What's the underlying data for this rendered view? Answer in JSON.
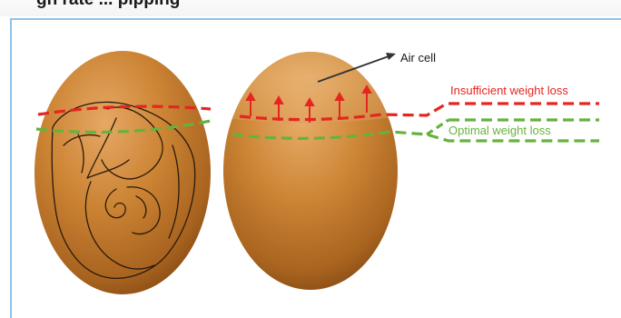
{
  "caption": {
    "cut_off_text": "gh rate ... pipping"
  },
  "labels": {
    "air_cell": "Air cell",
    "insufficient": "Insufficient weight loss",
    "optimal": "Optimal weight loss"
  },
  "colors": {
    "insufficient": "#e52620",
    "optimal": "#67b23c",
    "egg_shell": "#c9822e",
    "frame_border": "#8fc3e6"
  },
  "icons": [
    "arrow-icon",
    "up-arrow-icon"
  ]
}
